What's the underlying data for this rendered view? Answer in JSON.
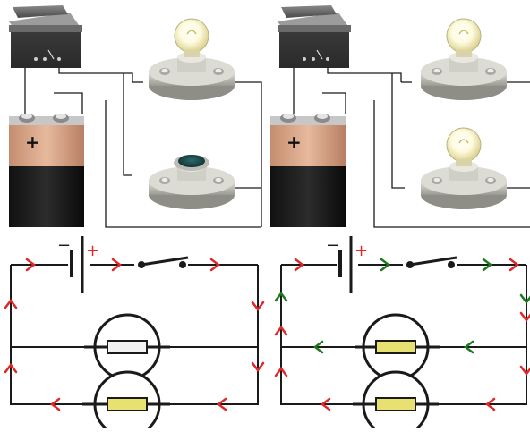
{
  "battery_plus": "+",
  "schematic_minus": "−",
  "schematic_plus": "+",
  "colors": {
    "wire": "#1a1a1a",
    "arrow_red": "#e02828",
    "arrow_green": "#1f7a1f",
    "lamp_lit": "#e8e070",
    "lamp_dark": "#f2f2f2",
    "battery_copper": "#d9a88a",
    "battery_black": "#1c1c1c",
    "switch_body": "#555555",
    "socket_gray": "#c8c8c0",
    "unlit_bulb": "#1f4f4f"
  },
  "panels": [
    {
      "id": "left",
      "top_lamp": "lit",
      "bottom_lamp": "unlit",
      "arrow_colors": "all-red"
    },
    {
      "id": "right",
      "top_lamp": "lit",
      "bottom_lamp": "lit",
      "arrow_colors": "red-and-green"
    }
  ],
  "icons": [
    "battery-icon",
    "rocker-switch-icon",
    "lamp-socket-icon",
    "light-bulb-icon",
    "resistor-lamp-symbol"
  ]
}
